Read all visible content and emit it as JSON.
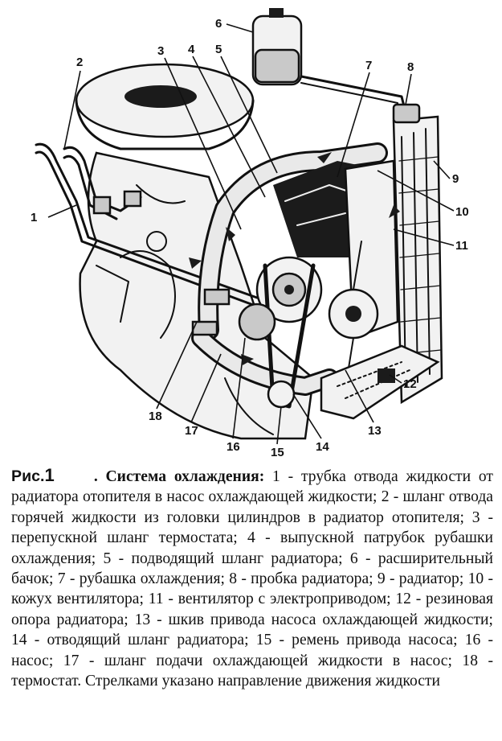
{
  "figure": {
    "callouts": [
      {
        "id": "1",
        "text": "1"
      },
      {
        "id": "2",
        "text": "2"
      },
      {
        "id": "3",
        "text": "3"
      },
      {
        "id": "4",
        "text": "4"
      },
      {
        "id": "5",
        "text": "5"
      },
      {
        "id": "6",
        "text": "6"
      },
      {
        "id": "7",
        "text": "7"
      },
      {
        "id": "8",
        "text": "8"
      },
      {
        "id": "9",
        "text": "9"
      },
      {
        "id": "10",
        "text": "10"
      },
      {
        "id": "11",
        "text": "11"
      },
      {
        "id": "12",
        "text": "12"
      },
      {
        "id": "13",
        "text": "13"
      },
      {
        "id": "14",
        "text": "14"
      },
      {
        "id": "15",
        "text": "15"
      },
      {
        "id": "16",
        "text": "16"
      },
      {
        "id": "17",
        "text": "17"
      },
      {
        "id": "18",
        "text": "18"
      }
    ]
  },
  "caption": {
    "label": "Рис.",
    "number": "1",
    "title": ". Система охлаждения:",
    "body": " 1 - трубка отвода жидкости от радиатора отопителя в насос охлаждающей жидкости; 2 - шланг отвода горячей жидкости из головки цилиндров в радиатор отопителя; 3 - перепускной шланг термостата; 4 - выпускной патрубок рубашки охлаждения; 5 - подводящий шланг радиатора; 6 - расширительный бачок; 7 - рубашка охлаждения; 8 - пробка радиатора; 9 - радиатор; 10 - кожух вентилятора; 11 - вентилятор с электроприводом; 12 - резиновая опора радиатора; 13 - шкив привода насоса охлаждающей жидкости; 14 - отводящий шланг радиатора; 15 - ремень привода насоса; 16 - насос; 17 - шланг подачи охлаждающей жидкости в насос; 18 - термостат. Стрелками указано направление движения жидкости"
  }
}
